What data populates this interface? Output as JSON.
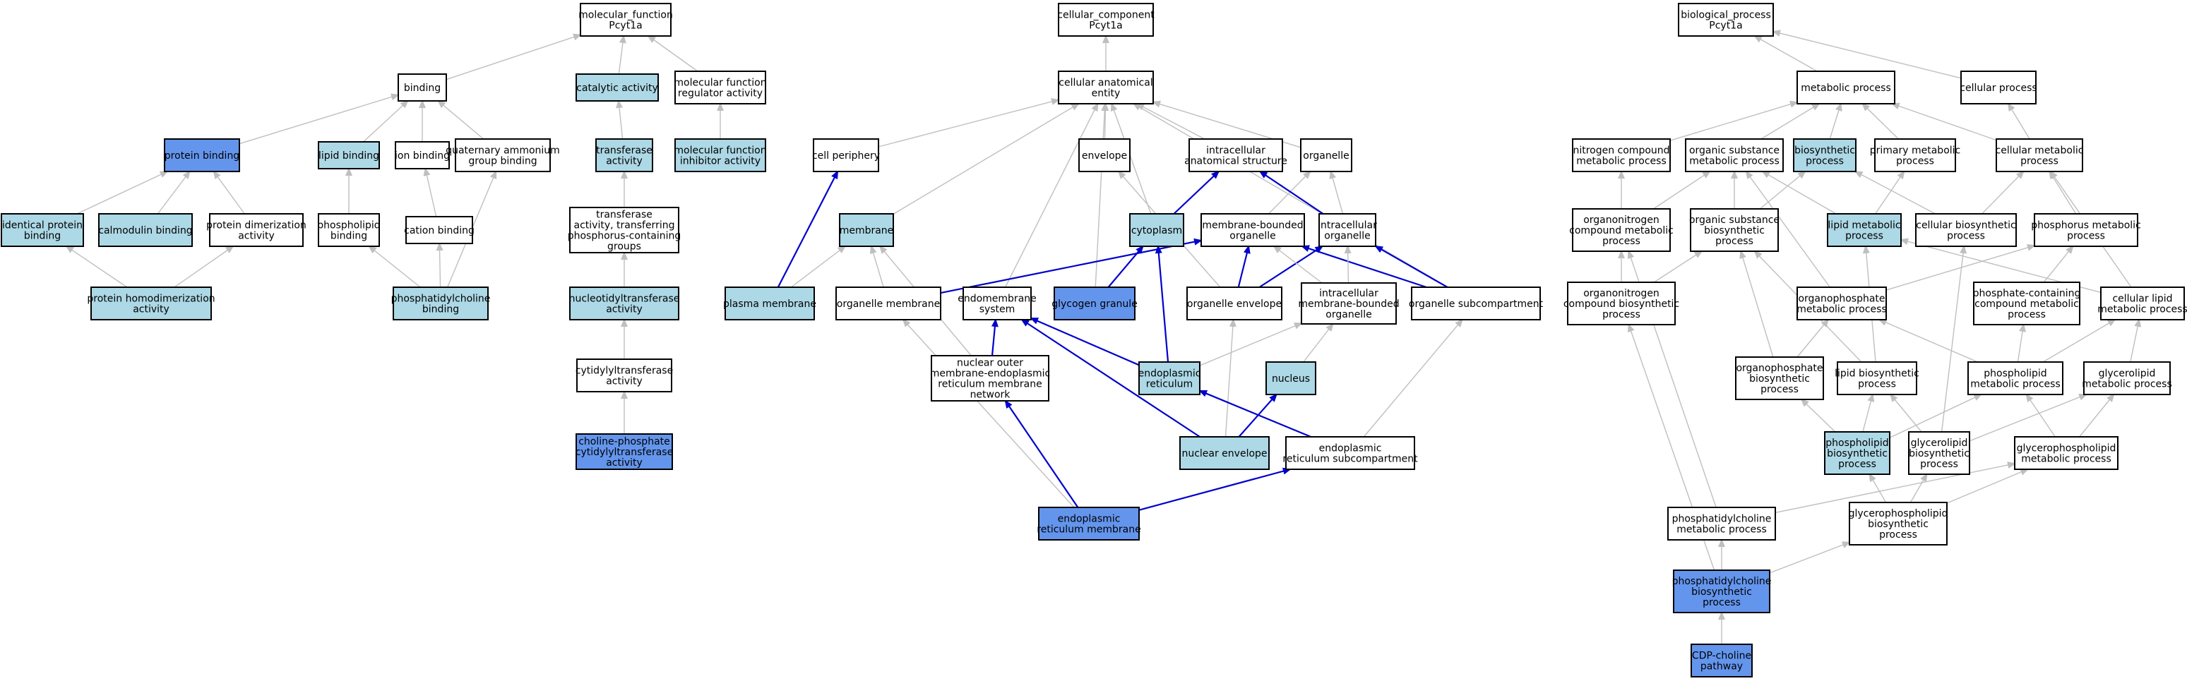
{
  "colors": {
    "plain": "#ffffff",
    "highlight": "#add8e6",
    "direct": "#6495ed",
    "edge_default": "#bfbfbf",
    "edge_path": "#0000cd"
  },
  "nodes": {
    "mf": {
      "lines": [
        "molecular_function",
        "Pcyt1a"
      ],
      "fill": "plain"
    },
    "binding": {
      "lines": [
        "binding"
      ],
      "fill": "plain"
    },
    "catalytic": {
      "lines": [
        "catalytic activity"
      ],
      "fill": "highlight"
    },
    "mfreg": {
      "lines": [
        "molecular function",
        "regulator activity"
      ],
      "fill": "plain"
    },
    "protbind": {
      "lines": [
        "protein binding"
      ],
      "fill": "direct"
    },
    "lipidbind": {
      "lines": [
        "lipid binding"
      ],
      "fill": "highlight"
    },
    "ionbind": {
      "lines": [
        "ion binding"
      ],
      "fill": "plain"
    },
    "quatamm": {
      "lines": [
        "quaternary ammonium",
        "group binding"
      ],
      "fill": "plain"
    },
    "transferase": {
      "lines": [
        "transferase",
        "activity"
      ],
      "fill": "highlight"
    },
    "mfinhib": {
      "lines": [
        "molecular function",
        "inhibitor activity"
      ],
      "fill": "highlight"
    },
    "identprot": {
      "lines": [
        "identical protein",
        "binding"
      ],
      "fill": "highlight"
    },
    "calmod": {
      "lines": [
        "calmodulin binding"
      ],
      "fill": "highlight"
    },
    "protdimer": {
      "lines": [
        "protein dimerization",
        "activity"
      ],
      "fill": "plain"
    },
    "phosbind": {
      "lines": [
        "phospholipid",
        "binding"
      ],
      "fill": "plain"
    },
    "cationbind": {
      "lines": [
        "cation binding"
      ],
      "fill": "plain"
    },
    "transphos": {
      "lines": [
        "transferase",
        "activity, transferring",
        "phosphorus-containing",
        "groups"
      ],
      "fill": "plain"
    },
    "prothomo": {
      "lines": [
        "protein homodimerization",
        "activity"
      ],
      "fill": "highlight"
    },
    "pcbind": {
      "lines": [
        "phosphatidylcholine",
        "binding"
      ],
      "fill": "highlight"
    },
    "nucleotidyl": {
      "lines": [
        "nucleotidyltransferase",
        "activity"
      ],
      "fill": "highlight"
    },
    "cytidylyl": {
      "lines": [
        "cytidylyltransferase",
        "activity"
      ],
      "fill": "plain"
    },
    "cholinephos": {
      "lines": [
        "choline-phosphate",
        "cytidylyltransferase",
        "activity"
      ],
      "fill": "direct"
    },
    "cc": {
      "lines": [
        "cellular_component",
        "Pcyt1a"
      ],
      "fill": "plain"
    },
    "cae": {
      "lines": [
        "cellular anatomical",
        "entity"
      ],
      "fill": "plain"
    },
    "cellperiph": {
      "lines": [
        "cell periphery"
      ],
      "fill": "plain"
    },
    "envelope": {
      "lines": [
        "envelope"
      ],
      "fill": "plain"
    },
    "intraanat": {
      "lines": [
        "intracellular",
        "anatomical structure"
      ],
      "fill": "plain"
    },
    "organelle": {
      "lines": [
        "organelle"
      ],
      "fill": "plain"
    },
    "membrane": {
      "lines": [
        "membrane"
      ],
      "fill": "highlight"
    },
    "cytoplasm": {
      "lines": [
        "cytoplasm"
      ],
      "fill": "highlight"
    },
    "membbound": {
      "lines": [
        "membrane-bounded",
        "organelle"
      ],
      "fill": "plain"
    },
    "intraorg": {
      "lines": [
        "intracellular",
        "organelle"
      ],
      "fill": "plain"
    },
    "plasmamemb": {
      "lines": [
        "plasma membrane"
      ],
      "fill": "highlight"
    },
    "orgmemb": {
      "lines": [
        "organelle membrane"
      ],
      "fill": "plain"
    },
    "endomemb": {
      "lines": [
        "endomembrane",
        "system"
      ],
      "fill": "plain"
    },
    "glycogen": {
      "lines": [
        "glycogen granule"
      ],
      "fill": "direct"
    },
    "orgenv": {
      "lines": [
        "organelle envelope"
      ],
      "fill": "plain"
    },
    "intrambo": {
      "lines": [
        "intracellular",
        "membrane-bounded",
        "organelle"
      ],
      "fill": "plain"
    },
    "orgsub": {
      "lines": [
        "organelle subcompartment"
      ],
      "fill": "plain"
    },
    "nucouter": {
      "lines": [
        "nuclear outer",
        "membrane-endoplasmic",
        "reticulum membrane",
        "network"
      ],
      "fill": "plain"
    },
    "er": {
      "lines": [
        "endoplasmic",
        "reticulum"
      ],
      "fill": "highlight"
    },
    "nucleus": {
      "lines": [
        "nucleus"
      ],
      "fill": "highlight"
    },
    "nucenv": {
      "lines": [
        "nuclear envelope"
      ],
      "fill": "highlight"
    },
    "ersub": {
      "lines": [
        "endoplasmic",
        "reticulum subcompartment"
      ],
      "fill": "plain"
    },
    "ermemb": {
      "lines": [
        "endoplasmic",
        "reticulum membrane"
      ],
      "fill": "direct"
    },
    "bp": {
      "lines": [
        "biological_process",
        "Pcyt1a"
      ],
      "fill": "plain"
    },
    "metab": {
      "lines": [
        "metabolic process"
      ],
      "fill": "plain"
    },
    "cellproc": {
      "lines": [
        "cellular process"
      ],
      "fill": "plain"
    },
    "nitrogen": {
      "lines": [
        "nitrogen compound",
        "metabolic process"
      ],
      "fill": "plain"
    },
    "orgsubmet": {
      "lines": [
        "organic substance",
        "metabolic process"
      ],
      "fill": "plain"
    },
    "biosynth": {
      "lines": [
        "biosynthetic",
        "process"
      ],
      "fill": "highlight"
    },
    "primmet": {
      "lines": [
        "primary metabolic",
        "process"
      ],
      "fill": "plain"
    },
    "cellmet": {
      "lines": [
        "cellular metabolic",
        "process"
      ],
      "fill": "plain"
    },
    "orgnitmet": {
      "lines": [
        "organonitrogen",
        "compound metabolic",
        "process"
      ],
      "fill": "plain"
    },
    "orgsubbio": {
      "lines": [
        "organic substance",
        "biosynthetic",
        "process"
      ],
      "fill": "plain"
    },
    "lipidmet": {
      "lines": [
        "lipid metabolic",
        "process"
      ],
      "fill": "highlight"
    },
    "cellbio": {
      "lines": [
        "cellular biosynthetic",
        "process"
      ],
      "fill": "plain"
    },
    "phosphorus": {
      "lines": [
        "phosphorus metabolic",
        "process"
      ],
      "fill": "plain"
    },
    "orgnitbio": {
      "lines": [
        "organonitrogen",
        "compound biosynthetic",
        "process"
      ],
      "fill": "plain"
    },
    "orgphosmet": {
      "lines": [
        "organophosphate",
        "metabolic process"
      ],
      "fill": "plain"
    },
    "phoscontain": {
      "lines": [
        "phosphate-containing",
        "compound metabolic",
        "process"
      ],
      "fill": "plain"
    },
    "celllipid": {
      "lines": [
        "cellular lipid",
        "metabolic process"
      ],
      "fill": "plain"
    },
    "orgphosbio": {
      "lines": [
        "organophosphate",
        "biosynthetic",
        "process"
      ],
      "fill": "plain"
    },
    "lipidbio": {
      "lines": [
        "lipid biosynthetic",
        "process"
      ],
      "fill": "plain"
    },
    "phosmet": {
      "lines": [
        "phospholipid",
        "metabolic process"
      ],
      "fill": "plain"
    },
    "glymet": {
      "lines": [
        "glycerolipid",
        "metabolic process"
      ],
      "fill": "plain"
    },
    "phosbio": {
      "lines": [
        "phospholipid",
        "biosynthetic",
        "process"
      ],
      "fill": "highlight"
    },
    "glybio": {
      "lines": [
        "glycerolipid",
        "biosynthetic",
        "process"
      ],
      "fill": "plain"
    },
    "glyphosmet": {
      "lines": [
        "glycerophospholipid",
        "metabolic process"
      ],
      "fill": "plain"
    },
    "pcmet": {
      "lines": [
        "phosphatidylcholine",
        "metabolic process"
      ],
      "fill": "plain"
    },
    "glyphosbio": {
      "lines": [
        "glycerophospholipid",
        "biosynthetic",
        "process"
      ],
      "fill": "plain"
    },
    "pcbio": {
      "lines": [
        "phosphatidylcholine",
        "biosynthetic",
        "process"
      ],
      "fill": "direct"
    },
    "cdp": {
      "lines": [
        "CDP-choline",
        "pathway"
      ],
      "fill": "direct"
    }
  },
  "edges": [
    {
      "from": "binding",
      "to": "mf",
      "style": "default"
    },
    {
      "from": "catalytic",
      "to": "mf",
      "style": "default"
    },
    {
      "from": "mfreg",
      "to": "mf",
      "style": "default"
    },
    {
      "from": "protbind",
      "to": "binding",
      "style": "default"
    },
    {
      "from": "lipidbind",
      "to": "binding",
      "style": "default"
    },
    {
      "from": "ionbind",
      "to": "binding",
      "style": "default"
    },
    {
      "from": "quatamm",
      "to": "binding",
      "style": "default"
    },
    {
      "from": "transferase",
      "to": "catalytic",
      "style": "default"
    },
    {
      "from": "mfinhib",
      "to": "mfreg",
      "style": "default"
    },
    {
      "from": "identprot",
      "to": "protbind",
      "style": "default"
    },
    {
      "from": "calmod",
      "to": "protbind",
      "style": "default"
    },
    {
      "from": "protdimer",
      "to": "protbind",
      "style": "default"
    },
    {
      "from": "phosbind",
      "to": "lipidbind",
      "style": "default"
    },
    {
      "from": "cationbind",
      "to": "ionbind",
      "style": "default"
    },
    {
      "from": "transphos",
      "to": "transferase",
      "style": "default"
    },
    {
      "from": "prothomo",
      "to": "identprot",
      "style": "default"
    },
    {
      "from": "prothomo",
      "to": "protdimer",
      "style": "default"
    },
    {
      "from": "pcbind",
      "to": "phosbind",
      "style": "default"
    },
    {
      "from": "pcbind",
      "to": "cationbind",
      "style": "default"
    },
    {
      "from": "pcbind",
      "to": "quatamm",
      "style": "default"
    },
    {
      "from": "nucleotidyl",
      "to": "transphos",
      "style": "default"
    },
    {
      "from": "cytidylyl",
      "to": "nucleotidyl",
      "style": "default"
    },
    {
      "from": "cholinephos",
      "to": "cytidylyl",
      "style": "default"
    },
    {
      "from": "cae",
      "to": "cc",
      "style": "default"
    },
    {
      "from": "cellperiph",
      "to": "cae",
      "style": "default"
    },
    {
      "from": "envelope",
      "to": "cae",
      "style": "default"
    },
    {
      "from": "intraanat",
      "to": "cae",
      "style": "default"
    },
    {
      "from": "organelle",
      "to": "cae",
      "style": "default"
    },
    {
      "from": "membrane",
      "to": "cae",
      "style": "default"
    },
    {
      "from": "cytoplasm",
      "to": "cae",
      "style": "default"
    },
    {
      "from": "glycogen",
      "to": "cae",
      "style": "default"
    },
    {
      "from": "endomemb",
      "to": "cae",
      "style": "default"
    },
    {
      "from": "orgsub",
      "to": "cae",
      "style": "default"
    },
    {
      "from": "membbound",
      "to": "organelle",
      "style": "default"
    },
    {
      "from": "intraorg",
      "to": "organelle",
      "style": "default"
    },
    {
      "from": "cytoplasm",
      "to": "intraanat",
      "style": "path"
    },
    {
      "from": "intraorg",
      "to": "intraanat",
      "style": "path"
    },
    {
      "from": "plasmamemb",
      "to": "cellperiph",
      "style": "path"
    },
    {
      "from": "plasmamemb",
      "to": "membrane",
      "style": "default"
    },
    {
      "from": "orgmemb",
      "to": "membrane",
      "style": "default"
    },
    {
      "from": "nucouter",
      "to": "membrane",
      "style": "default"
    },
    {
      "from": "orgmemb",
      "to": "membbound",
      "style": "path"
    },
    {
      "from": "orgenv",
      "to": "membbound",
      "style": "path"
    },
    {
      "from": "orgsub",
      "to": "membbound",
      "style": "path"
    },
    {
      "from": "glycogen",
      "to": "cytoplasm",
      "style": "path"
    },
    {
      "from": "er",
      "to": "cytoplasm",
      "style": "path"
    },
    {
      "from": "orgenv",
      "to": "envelope",
      "style": "default"
    },
    {
      "from": "orgenv",
      "to": "intraorg",
      "style": "path"
    },
    {
      "from": "intrambo",
      "to": "intraorg",
      "style": "default"
    },
    {
      "from": "orgsub",
      "to": "intraorg",
      "style": "path"
    },
    {
      "from": "intrambo",
      "to": "membbound",
      "style": "default"
    },
    {
      "from": "er",
      "to": "intrambo",
      "style": "default"
    },
    {
      "from": "nucleus",
      "to": "intrambo",
      "style": "default"
    },
    {
      "from": "nucouter",
      "to": "endomemb",
      "style": "path"
    },
    {
      "from": "er",
      "to": "endomemb",
      "style": "path"
    },
    {
      "from": "nucenv",
      "to": "endomemb",
      "style": "path"
    },
    {
      "from": "nucenv",
      "to": "orgenv",
      "style": "default"
    },
    {
      "from": "nucenv",
      "to": "nucleus",
      "style": "path"
    },
    {
      "from": "ersub",
      "to": "er",
      "style": "path"
    },
    {
      "from": "ersub",
      "to": "orgsub",
      "style": "default"
    },
    {
      "from": "ermemb",
      "to": "nucouter",
      "style": "path"
    },
    {
      "from": "ermemb",
      "to": "ersub",
      "style": "path"
    },
    {
      "from": "ermemb",
      "to": "orgmemb",
      "style": "default"
    },
    {
      "from": "metab",
      "to": "bp",
      "style": "default"
    },
    {
      "from": "cellproc",
      "to": "bp",
      "style": "default"
    },
    {
      "from": "nitrogen",
      "to": "metab",
      "style": "default"
    },
    {
      "from": "orgsubmet",
      "to": "metab",
      "style": "default"
    },
    {
      "from": "biosynth",
      "to": "metab",
      "style": "default"
    },
    {
      "from": "primmet",
      "to": "metab",
      "style": "default"
    },
    {
      "from": "cellmet",
      "to": "metab",
      "style": "default"
    },
    {
      "from": "cellmet",
      "to": "cellproc",
      "style": "default"
    },
    {
      "from": "orgnitmet",
      "to": "nitrogen",
      "style": "default"
    },
    {
      "from": "orgnitmet",
      "to": "orgsubmet",
      "style": "default"
    },
    {
      "from": "orgsubbio",
      "to": "orgsubmet",
      "style": "default"
    },
    {
      "from": "orgsubbio",
      "to": "biosynth",
      "style": "default"
    },
    {
      "from": "lipidmet",
      "to": "primmet",
      "style": "default"
    },
    {
      "from": "lipidmet",
      "to": "orgsubmet",
      "style": "default"
    },
    {
      "from": "cellbio",
      "to": "cellmet",
      "style": "default"
    },
    {
      "from": "cellbio",
      "to": "biosynth",
      "style": "default"
    },
    {
      "from": "phosphorus",
      "to": "cellmet",
      "style": "default"
    },
    {
      "from": "orgnitbio",
      "to": "orgnitmet",
      "style": "default"
    },
    {
      "from": "orgnitbio",
      "to": "orgsubbio",
      "style": "default"
    },
    {
      "from": "orgphosmet",
      "to": "orgsubmet",
      "style": "default"
    },
    {
      "from": "orgphosmet",
      "to": "phosphorus",
      "style": "default"
    },
    {
      "from": "phoscontain",
      "to": "phosphorus",
      "style": "default"
    },
    {
      "from": "celllipid",
      "to": "lipidmet",
      "style": "default"
    },
    {
      "from": "celllipid",
      "to": "cellmet",
      "style": "default"
    },
    {
      "from": "orgphosbio",
      "to": "orgphosmet",
      "style": "default"
    },
    {
      "from": "orgphosbio",
      "to": "orgsubbio",
      "style": "default"
    },
    {
      "from": "lipidbio",
      "to": "lipidmet",
      "style": "default"
    },
    {
      "from": "lipidbio",
      "to": "orgsubbio",
      "style": "default"
    },
    {
      "from": "phosmet",
      "to": "orgphosmet",
      "style": "default"
    },
    {
      "from": "phosmet",
      "to": "phoscontain",
      "style": "default"
    },
    {
      "from": "phosmet",
      "to": "celllipid",
      "style": "default"
    },
    {
      "from": "glymet",
      "to": "celllipid",
      "style": "default"
    },
    {
      "from": "phosbio",
      "to": "orgphosbio",
      "style": "default"
    },
    {
      "from": "phosbio",
      "to": "lipidbio",
      "style": "default"
    },
    {
      "from": "phosbio",
      "to": "phosmet",
      "style": "default"
    },
    {
      "from": "glybio",
      "to": "lipidbio",
      "style": "default"
    },
    {
      "from": "glybio",
      "to": "glymet",
      "style": "default"
    },
    {
      "from": "glybio",
      "to": "cellbio",
      "style": "default"
    },
    {
      "from": "glyphosmet",
      "to": "phosmet",
      "style": "default"
    },
    {
      "from": "glyphosmet",
      "to": "glymet",
      "style": "default"
    },
    {
      "from": "pcmet",
      "to": "glyphosmet",
      "style": "default"
    },
    {
      "from": "pcmet",
      "to": "orgnitmet",
      "style": "default"
    },
    {
      "from": "glyphosbio",
      "to": "phosbio",
      "style": "default"
    },
    {
      "from": "glyphosbio",
      "to": "glybio",
      "style": "default"
    },
    {
      "from": "glyphosbio",
      "to": "glyphosmet",
      "style": "default"
    },
    {
      "from": "pcbio",
      "to": "pcmet",
      "style": "default"
    },
    {
      "from": "pcbio",
      "to": "glyphosbio",
      "style": "default"
    },
    {
      "from": "pcbio",
      "to": "orgnitbio",
      "style": "default"
    },
    {
      "from": "cdp",
      "to": "pcbio",
      "style": "default"
    }
  ]
}
